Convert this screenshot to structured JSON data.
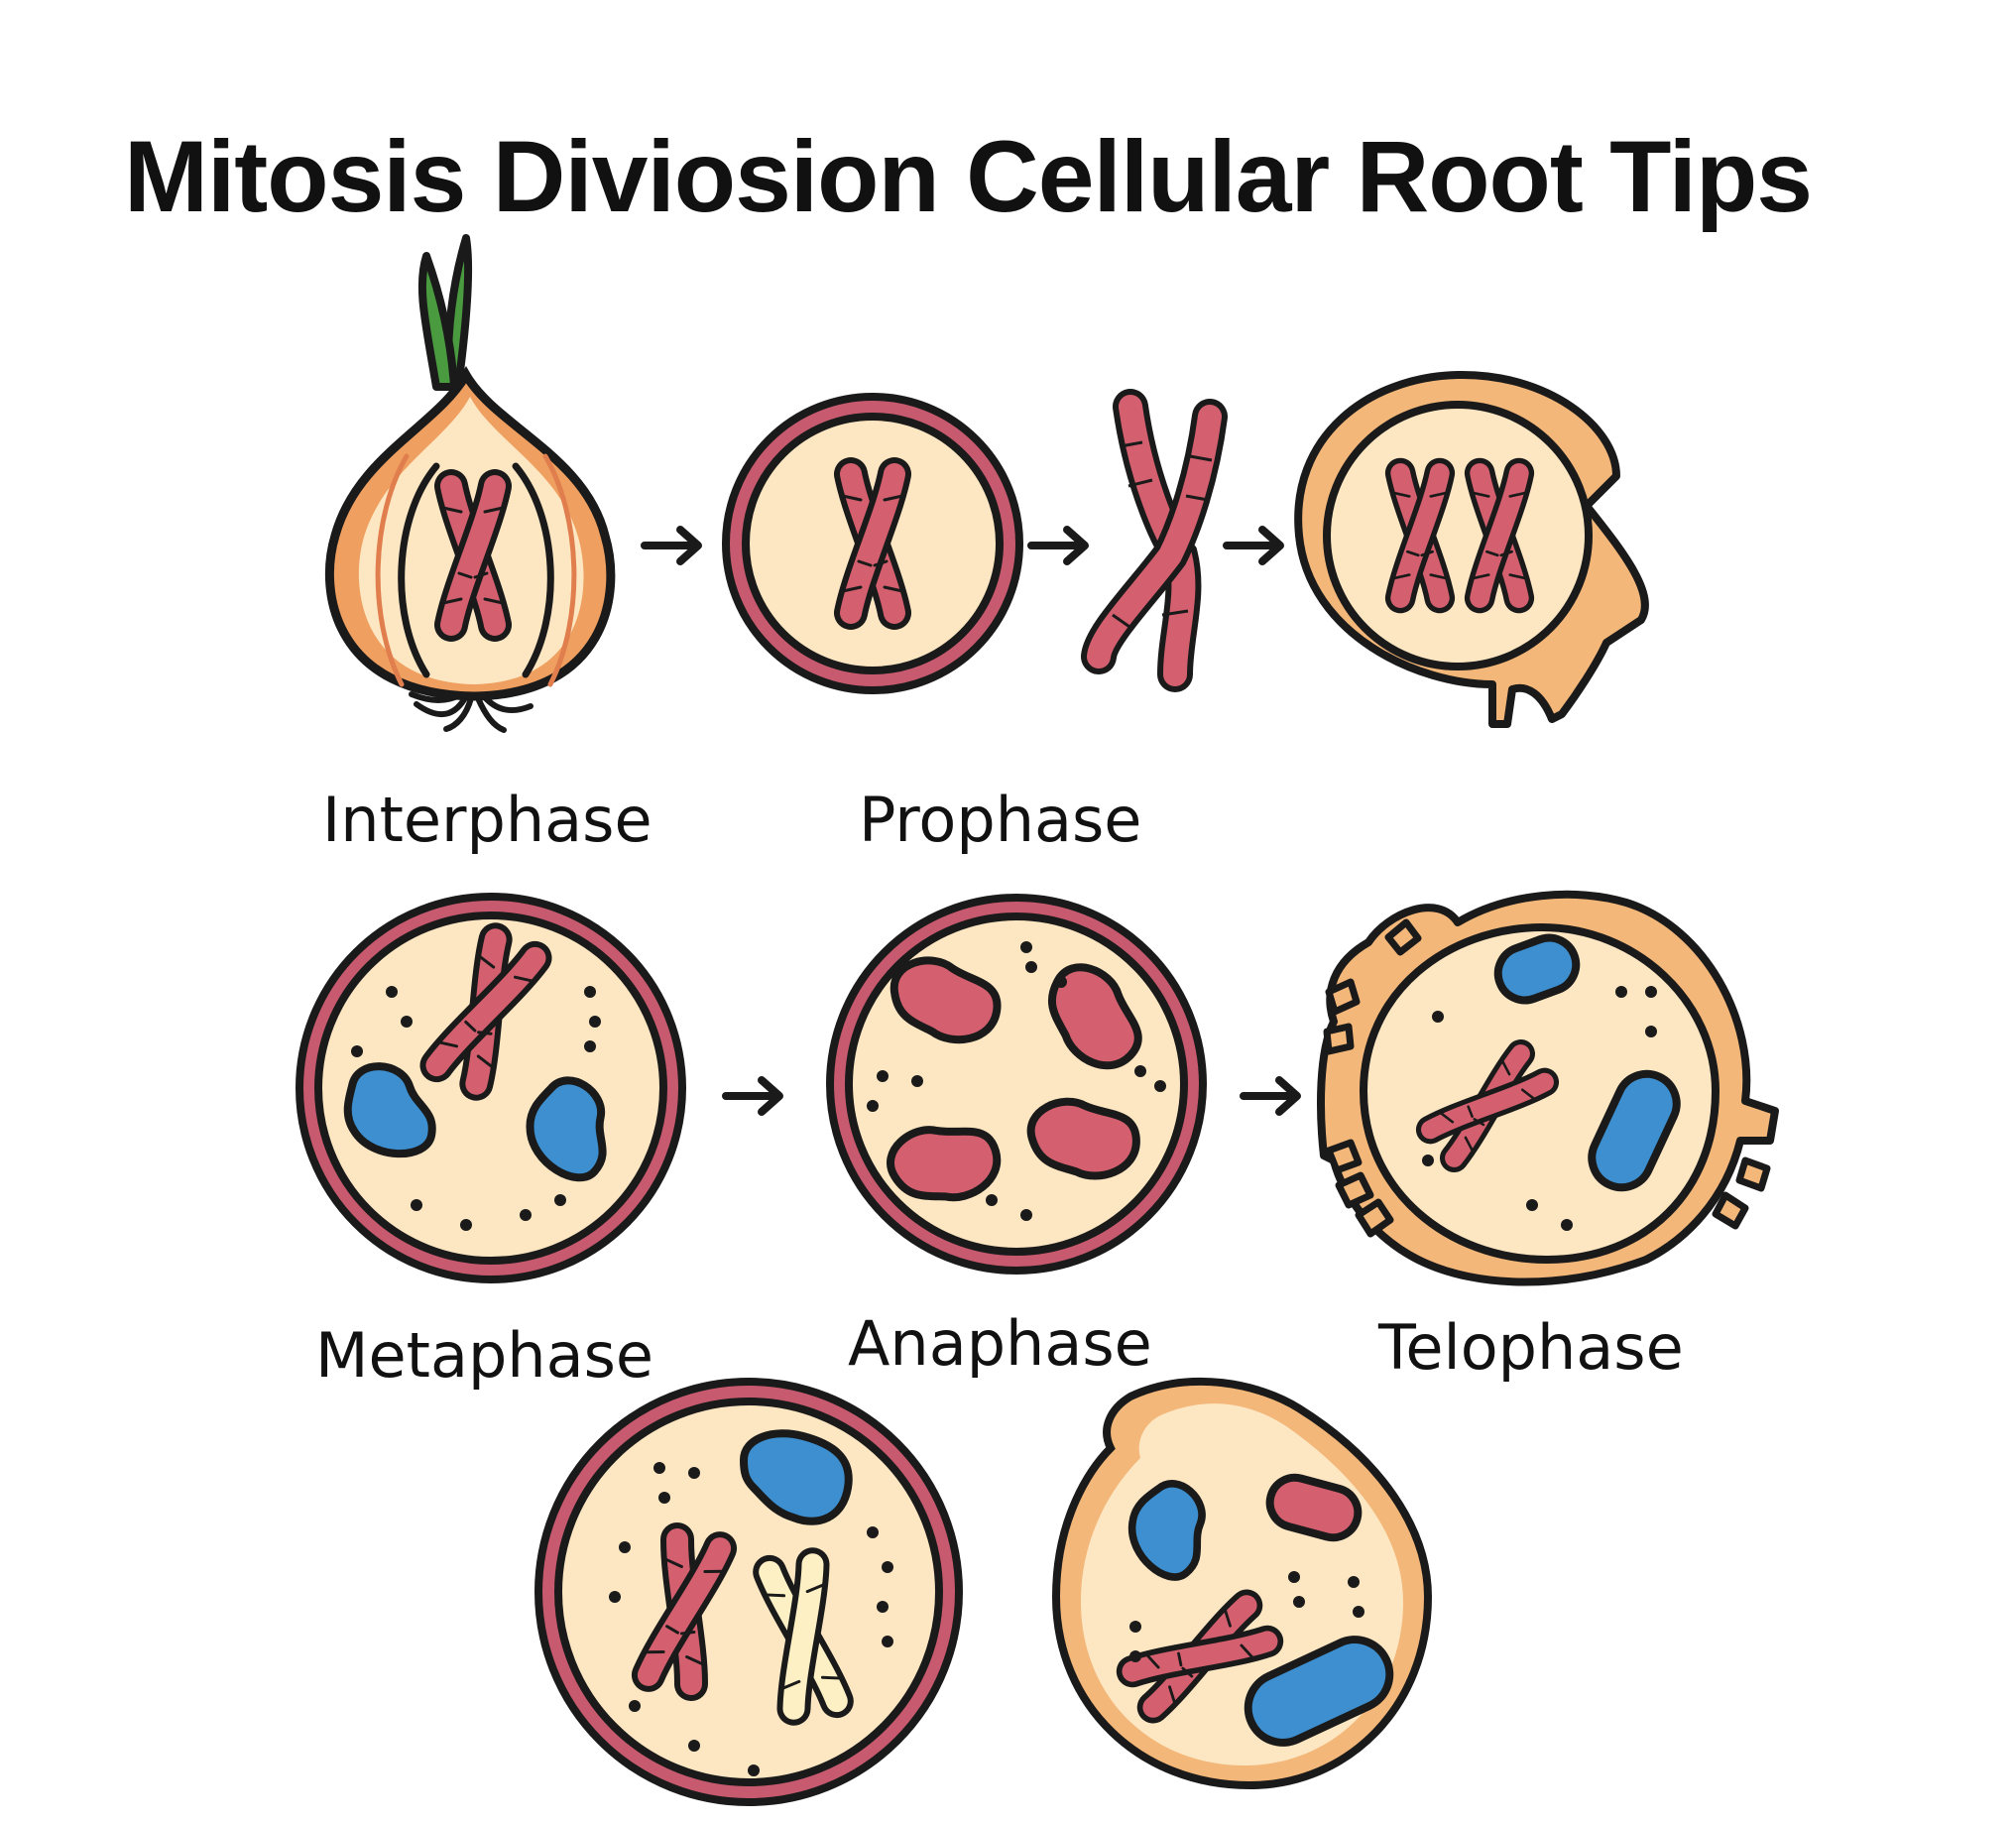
{
  "title": "Mitosis Diviosion Cellular Root Tips",
  "labels": {
    "interphase": "Interphase",
    "prophase": "Prophase",
    "metaphase": "Metaphase",
    "anaphase": "Anaphase",
    "telophase": "Telophase"
  },
  "colors": {
    "outline": "#1a1a1a",
    "cytoplasm": "#fde7c2",
    "cell_rim": "#f3b77a",
    "membrane": "#c75a6e",
    "chromosome": "#d4606f",
    "chromosome_light": "#fdf0c4",
    "nucleus_blue": "#3d8fcf",
    "leaf_green": "#4a9a3f",
    "onion_rim": "#ef9f60"
  }
}
